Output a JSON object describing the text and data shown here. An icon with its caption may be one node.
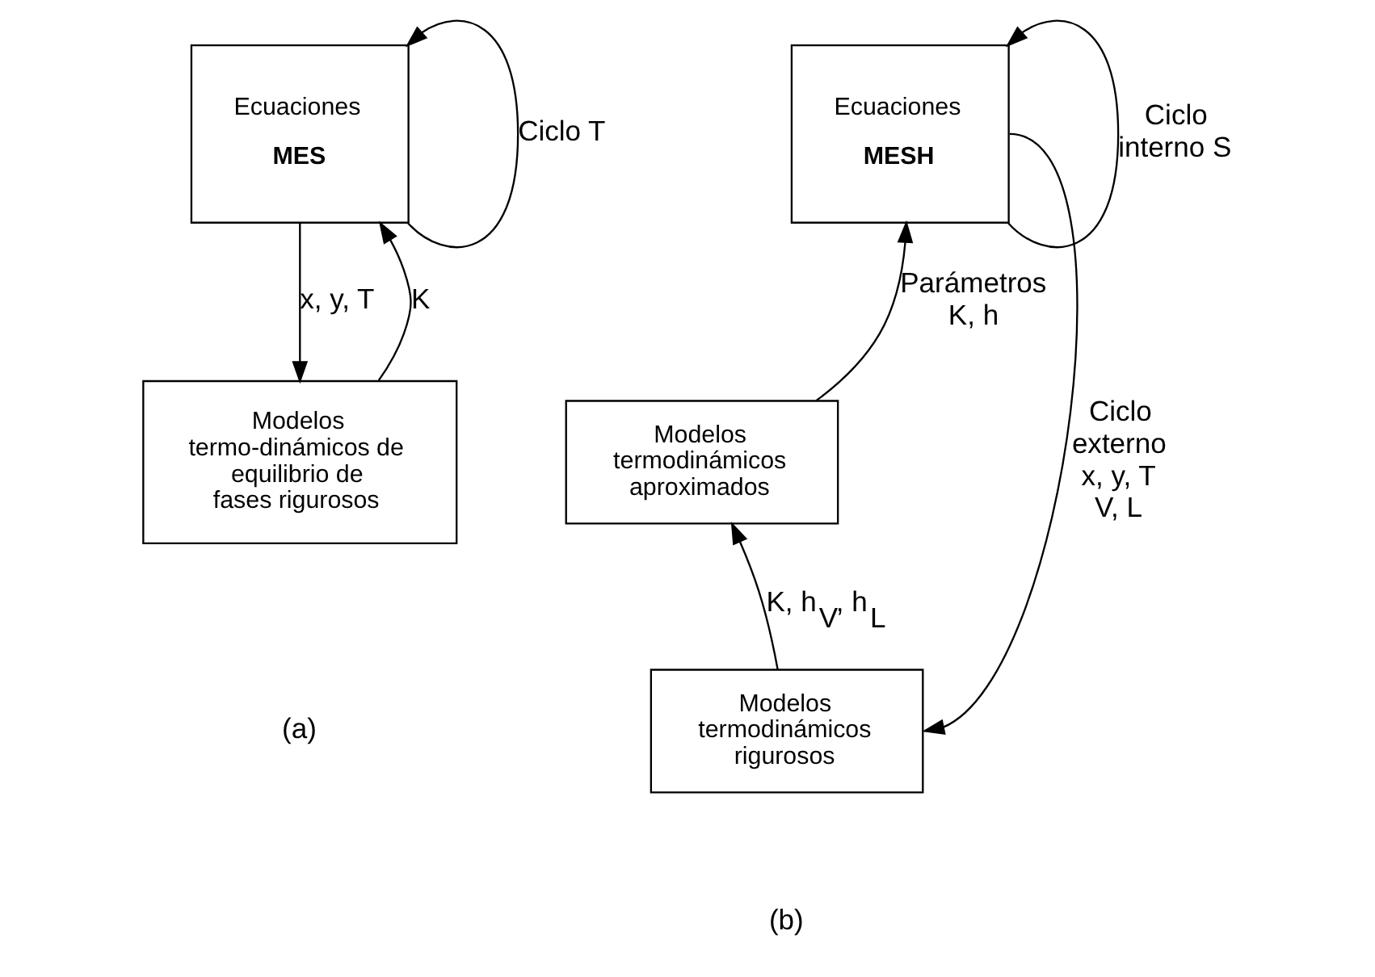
{
  "diagram": {
    "nodes": [
      {
        "text": [
          "Ecuaciones",
          "MES"
        ]
      },
      {
        "text": [
          "Modelos termo-dinámicos de equilibrio de fases rigurosos"
        ]
      },
      {
        "text": [
          "Ecuaciones",
          "MESH"
        ]
      },
      {
        "text": [
          "Modelos termodinámicos aproximados"
        ]
      },
      {
        "text": [
          "Modelos termodinámicos rigurosos"
        ]
      }
    ],
    "edges": [
      {
        "from": 0,
        "to": 0,
        "arrow": "to",
        "label": "Ciclo T"
      },
      {
        "from": 1,
        "to": 0,
        "arrow": "to",
        "label": "K"
      },
      {
        "from": 0,
        "to": 1,
        "arrow": "to",
        "label": "x, y, T"
      },
      {
        "from": 2,
        "to": 2,
        "arrow": "to",
        "label": "Ciclo interno S"
      },
      {
        "from": 3,
        "to": 2,
        "arrow": "to",
        "label": "Parámetros K, h"
      },
      {
        "from": 4,
        "to": 3,
        "arrow": "to",
        "label": "K, h$_{V}$, h$_{L}$"
      },
      {
        "from": 2,
        "to": 4,
        "arrow": "to",
        "label": "Ciclo externo x, y, T V, L"
      }
    ],
    "labels": [
      "(a)",
      "(b)"
    ]
  }
}
